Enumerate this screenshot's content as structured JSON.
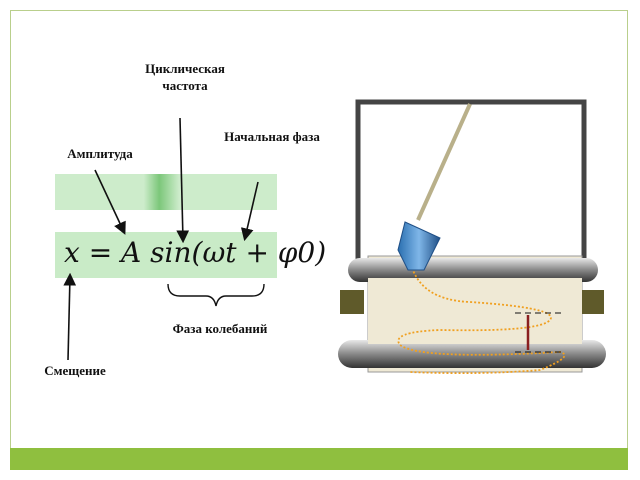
{
  "labels": {
    "cyclic_frequency": "Циклическая частота",
    "initial_phase": "Начальная фаза",
    "amplitude": "Амплитуда",
    "phase": "Фаза колебаний",
    "displacement": "Смещение"
  },
  "formula": "x = A sin(ωt + φ0)"
}
